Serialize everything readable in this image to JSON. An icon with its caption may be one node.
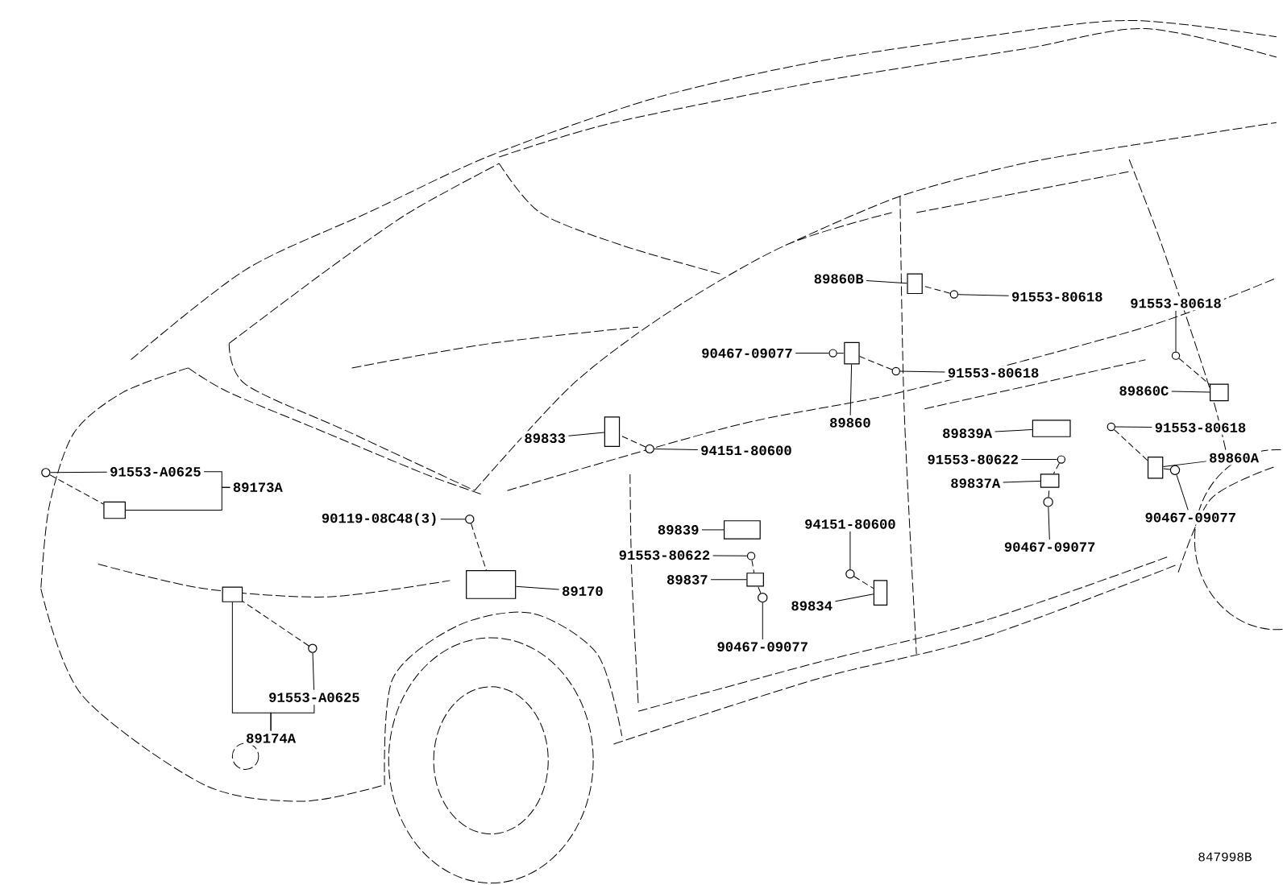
{
  "diagram": {
    "nodes": [
      {
        "text": [
          "89860B"
        ]
      },
      {
        "text": [
          "91553-80618"
        ]
      },
      {
        "text": [
          "91553-80618"
        ]
      },
      {
        "text": [
          "90467-09077"
        ]
      },
      {
        "text": [
          "91553-80618"
        ]
      },
      {
        "text": [
          "89860C"
        ]
      },
      {
        "text": [
          "89860"
        ]
      },
      {
        "text": [
          "89839A"
        ]
      },
      {
        "text": [
          "91553-80618"
        ]
      },
      {
        "text": [
          "89833"
        ]
      },
      {
        "text": [
          "94151-80600"
        ]
      },
      {
        "text": [
          "89860A"
        ]
      },
      {
        "text": [
          "91553-80622"
        ]
      },
      {
        "text": [
          "91553-A0625"
        ]
      },
      {
        "text": [
          "89837A"
        ]
      },
      {
        "text": [
          "89173A"
        ]
      },
      {
        "text": [
          "90467-09077"
        ]
      },
      {
        "text": [
          "90119-08C48(3)"
        ]
      },
      {
        "text": [
          "94151-80600"
        ]
      },
      {
        "text": [
          "89839"
        ]
      },
      {
        "text": [
          "90467-09077"
        ]
      },
      {
        "text": [
          "91553-80622"
        ]
      },
      {
        "text": [
          "89837"
        ]
      },
      {
        "text": [
          "89170"
        ]
      },
      {
        "text": [
          "89834"
        ]
      },
      {
        "text": [
          "90467-09077"
        ]
      },
      {
        "text": [
          "91553-A0625"
        ]
      },
      {
        "text": [
          "89174A"
        ]
      },
      {
        "text": [],
        "shape": "box"
      },
      {
        "text": [],
        "shape": "circle"
      },
      {
        "text": [],
        "shape": "circle"
      },
      {
        "text": [],
        "shape": "box"
      },
      {
        "text": [],
        "shape": "circle"
      },
      {
        "text": [],
        "shape": "circle"
      },
      {
        "text": [],
        "shape": "box"
      },
      {
        "text": [],
        "shape": "circle"
      },
      {
        "text": [],
        "shape": "box"
      },
      {
        "text": [],
        "shape": "box"
      },
      {
        "text": [],
        "shape": "circle"
      },
      {
        "text": [],
        "shape": "circle"
      },
      {
        "text": [],
        "shape": "box"
      },
      {
        "text": [],
        "shape": "circle"
      },
      {
        "text": [],
        "shape": "circle"
      },
      {
        "text": [],
        "shape": "box"
      },
      {
        "text": [],
        "shape": "circle"
      },
      {
        "text": [],
        "shape": "box"
      },
      {
        "text": [],
        "shape": "circle"
      },
      {
        "text": [],
        "shape": "box"
      },
      {
        "text": [],
        "shape": "circle"
      },
      {
        "text": [],
        "shape": "circle"
      },
      {
        "text": [],
        "shape": "box"
      },
      {
        "text": [],
        "shape": "box"
      },
      {
        "text": [],
        "shape": "box"
      },
      {
        "text": [],
        "shape": "box"
      },
      {
        "text": [],
        "shape": "circle"
      },
      {
        "text": [],
        "shape": "circle"
      }
    ],
    "edges": [
      {
        "from": 0,
        "to": 28,
        "arrow": "none"
      },
      {
        "from": 1,
        "to": 29,
        "arrow": "none"
      },
      {
        "from": 2,
        "to": 32,
        "arrow": "none"
      },
      {
        "from": 3,
        "to": 30,
        "arrow": "none"
      },
      {
        "from": 4,
        "to": 33,
        "arrow": "none"
      },
      {
        "from": 5,
        "to": 34,
        "arrow": "none"
      },
      {
        "from": 6,
        "to": 31,
        "arrow": "none"
      },
      {
        "from": 7,
        "to": 36,
        "arrow": "none"
      },
      {
        "from": 8,
        "to": 35,
        "arrow": "none"
      },
      {
        "from": 9,
        "to": 37,
        "arrow": "none"
      },
      {
        "from": 10,
        "to": 38,
        "arrow": "none"
      },
      {
        "from": 11,
        "to": 40,
        "arrow": "none"
      },
      {
        "from": 12,
        "to": 39,
        "arrow": "none"
      },
      {
        "from": 13,
        "to": 42,
        "arrow": "none"
      },
      {
        "from": 14,
        "to": 43,
        "arrow": "none"
      },
      {
        "from": 15,
        "to": 45,
        "arrow": "none"
      },
      {
        "from": 15,
        "to": 13,
        "arrow": "none"
      },
      {
        "from": 16,
        "to": 41,
        "arrow": "none"
      },
      {
        "from": 17,
        "to": 46,
        "arrow": "none"
      },
      {
        "from": 18,
        "to": 49,
        "arrow": "none"
      },
      {
        "from": 19,
        "to": 47,
        "arrow": "none"
      },
      {
        "from": 20,
        "to": 44,
        "arrow": "none"
      },
      {
        "from": 21,
        "to": 48,
        "arrow": "none"
      },
      {
        "from": 22,
        "to": 50,
        "arrow": "none"
      },
      {
        "from": 23,
        "to": 51,
        "arrow": "none"
      },
      {
        "from": 24,
        "to": 52,
        "arrow": "none"
      },
      {
        "from": 25,
        "to": 54,
        "arrow": "none"
      },
      {
        "from": 26,
        "to": 55,
        "arrow": "none"
      },
      {
        "from": 27,
        "to": 53,
        "arrow": "none"
      },
      {
        "from": 27,
        "to": 26,
        "arrow": "none"
      },
      {
        "from": 29,
        "to": 28,
        "arrow": "none",
        "style": "dashed"
      },
      {
        "from": 30,
        "to": 31,
        "arrow": "none",
        "style": "dashed"
      },
      {
        "from": 33,
        "to": 31,
        "arrow": "none",
        "style": "dashed"
      },
      {
        "from": 32,
        "to": 34,
        "arrow": "none",
        "style": "dashed"
      },
      {
        "from": 35,
        "to": 40,
        "arrow": "none",
        "style": "dashed"
      },
      {
        "from": 41,
        "to": 40,
        "arrow": "none",
        "style": "dashed"
      },
      {
        "from": 38,
        "to": 37,
        "arrow": "none",
        "style": "dashed"
      },
      {
        "from": 39,
        "to": 43,
        "arrow": "none",
        "style": "dashed"
      },
      {
        "from": 44,
        "to": 43,
        "arrow": "none",
        "style": "dashed"
      },
      {
        "from": 42,
        "to": 45,
        "arrow": "none",
        "style": "dashed"
      },
      {
        "from": 46,
        "to": 51,
        "arrow": "none",
        "style": "dashed"
      },
      {
        "from": 48,
        "to": 50,
        "arrow": "none",
        "style": "dashed"
      },
      {
        "from": 54,
        "to": 50,
        "arrow": "none",
        "style": "dashed"
      },
      {
        "from": 49,
        "to": 52,
        "arrow": "none",
        "style": "dashed"
      },
      {
        "from": 55,
        "to": 53,
        "arrow": "none",
        "style": "dashed"
      }
    ],
    "labels": [
      "847998B"
    ]
  }
}
